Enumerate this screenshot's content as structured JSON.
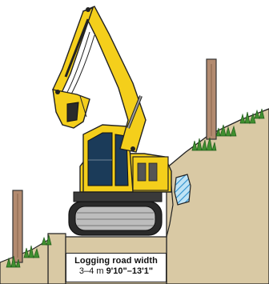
{
  "figure": {
    "label": {
      "title": "Logging road width",
      "metric": "3–4 m",
      "imperial": "9'10\"–13'1\""
    },
    "colors": {
      "machine_yellow": "#f4cf1b",
      "machine_dark": "#1b1b1b",
      "soil": "#d9c9a4",
      "sky": "#ffffff",
      "grass": "#3f8f2f",
      "tree_trunk": "#b38b70",
      "hatch": "#3aa0d8"
    },
    "icons": [
      "excavator-icon",
      "tree-icon",
      "grass-icon",
      "retaining-wall-icon"
    ]
  }
}
